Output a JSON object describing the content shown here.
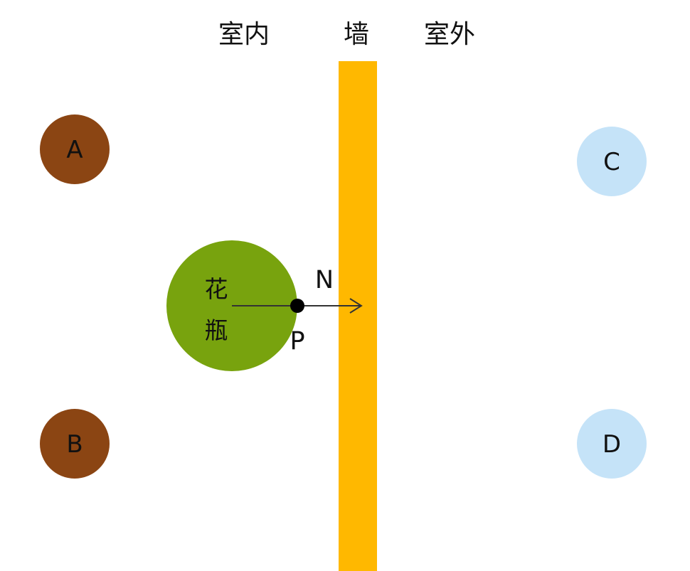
{
  "headers": {
    "indoor": "室内",
    "wall": "墙",
    "outdoor": "室外"
  },
  "vase": {
    "label_line1": "花",
    "label_line2": "瓶"
  },
  "points": {
    "a": "A",
    "b": "B",
    "c": "C",
    "d": "D",
    "p": "P",
    "n": "N"
  },
  "colors": {
    "wall": "#FFB800",
    "vase": "#78A30E",
    "indoor_circle": "#8B4513",
    "outdoor_circle": "#C5E3F8",
    "arrow": "#333333"
  }
}
